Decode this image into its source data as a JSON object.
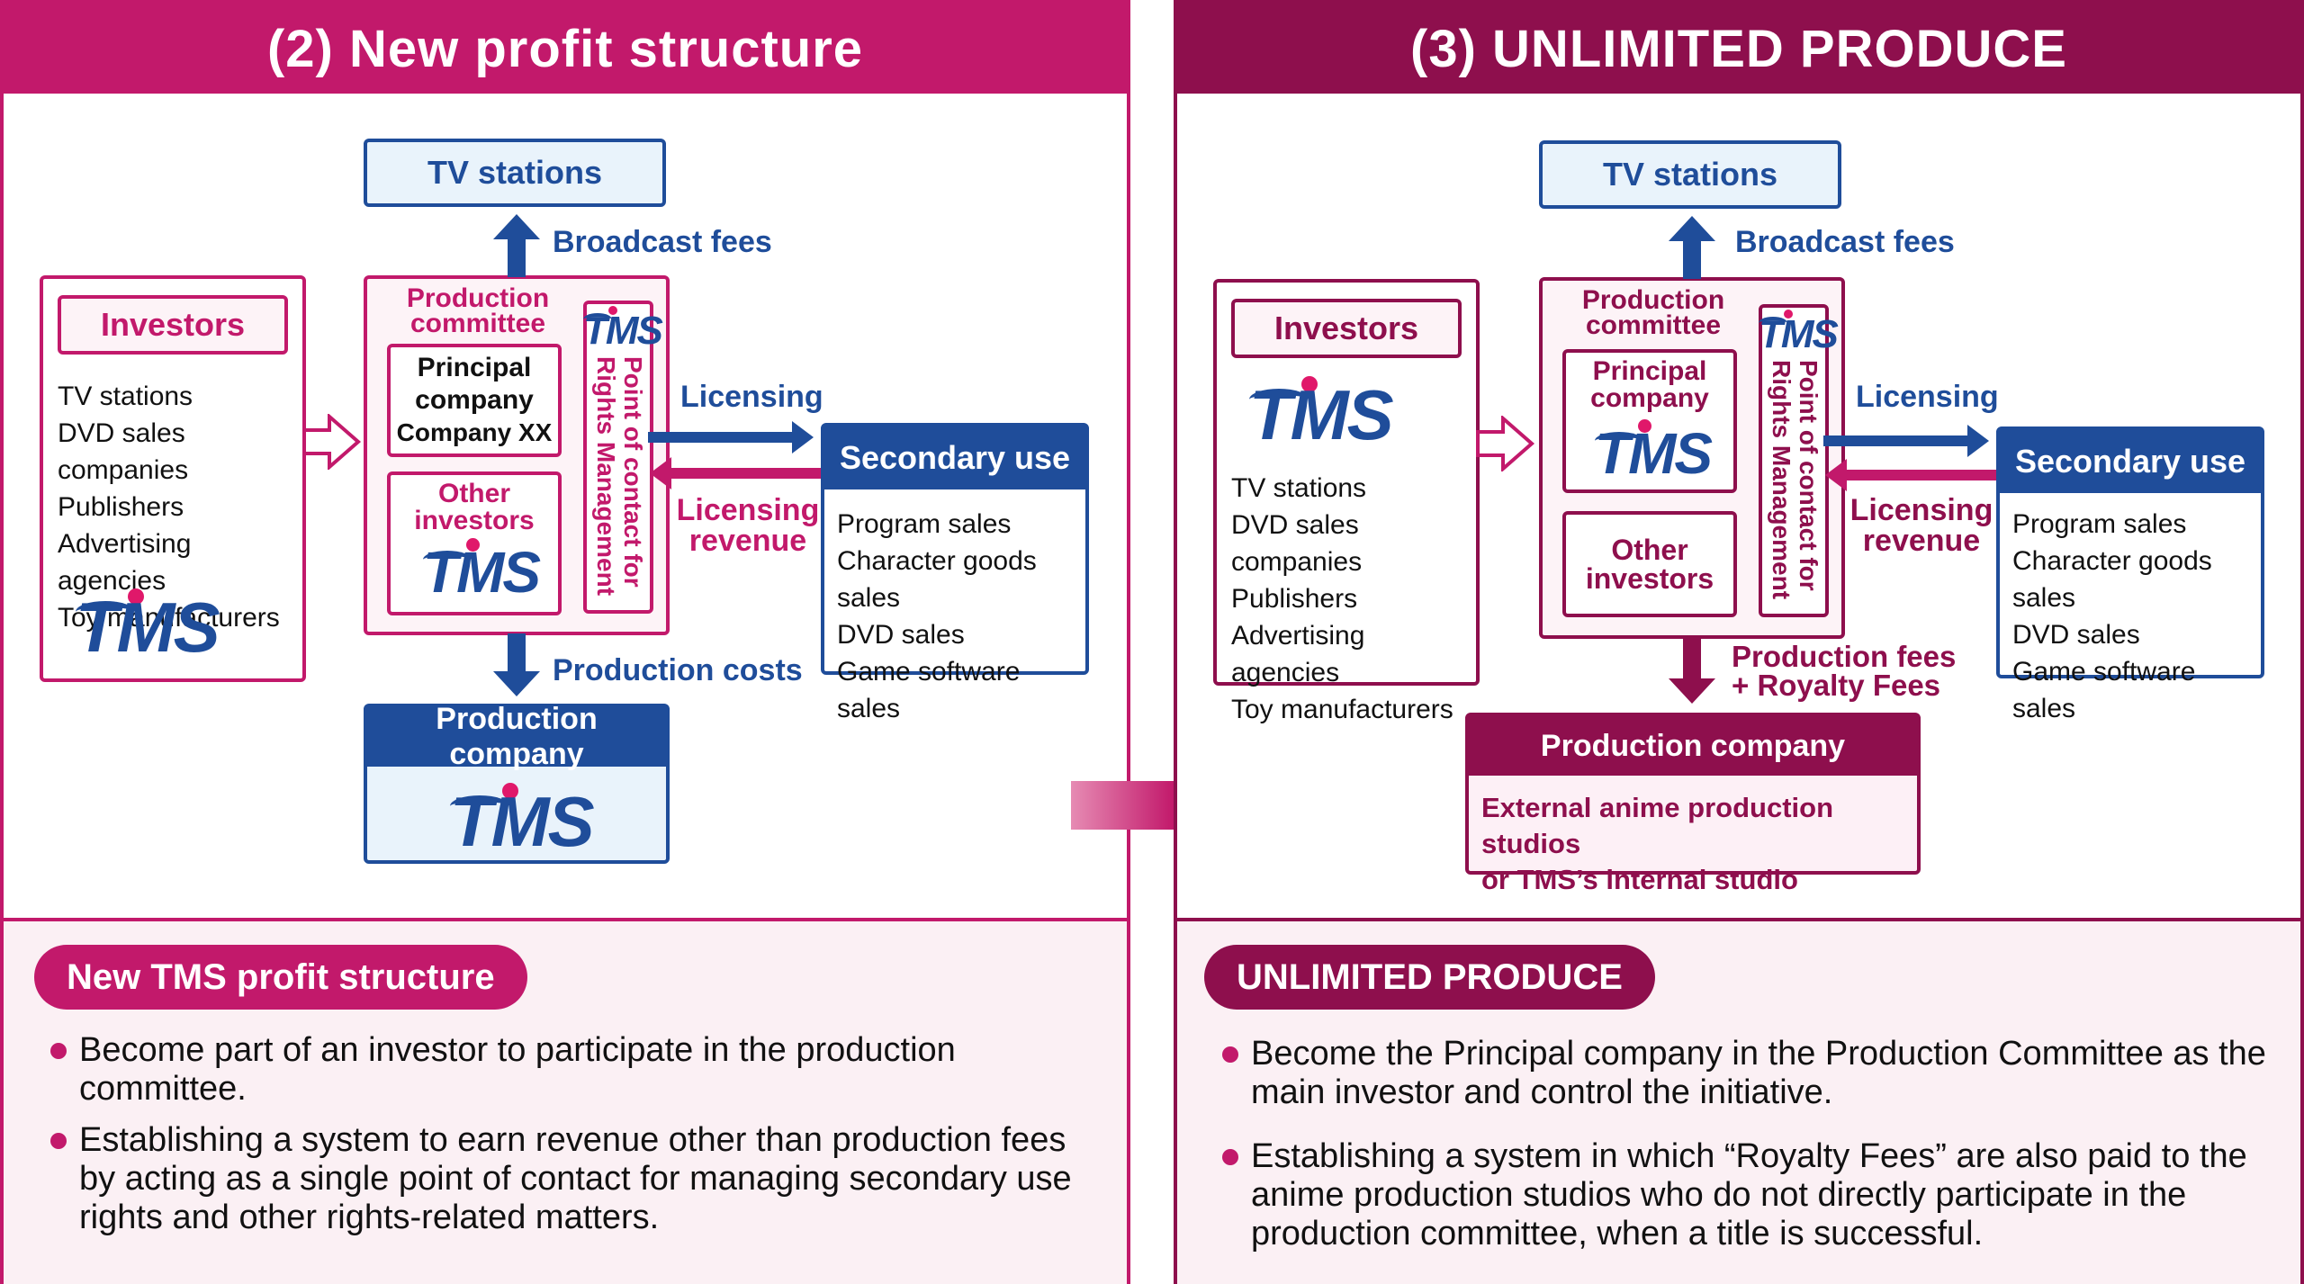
{
  "left": {
    "title": "(2) New profit structure",
    "tv_stations": "TV stations",
    "broadcast_fees": "Broadcast fees",
    "investors": {
      "title": "Investors",
      "items": [
        "TV stations",
        "DVD sales companies",
        "Publishers",
        "Advertising agencies",
        "Toy manufacturers"
      ]
    },
    "committee": {
      "title_line1": "Production",
      "title_line2": "committee",
      "principal_line1": "Principal",
      "principal_line2": "company",
      "principal_line3": "Company XX",
      "other_line1": "Other",
      "other_line2": "investors",
      "rights_line1": "Point of contact for",
      "rights_line2": "Rights Management"
    },
    "licensing": "Licensing",
    "licensing_revenue_line1": "Licensing",
    "licensing_revenue_line2": "revenue",
    "secondary": {
      "title": "Secondary use",
      "items": [
        "Program sales",
        "Character goods sales",
        "DVD sales",
        "Game software sales"
      ]
    },
    "production_costs": "Production costs",
    "production_company": "Production company",
    "pill": "New TMS profit structure",
    "bullets": [
      "Become part of an investor to participate in the production committee.",
      "Establishing a system to earn revenue other than production fees by acting as a single point of contact for managing secondary use rights and other rights-related matters."
    ]
  },
  "right": {
    "title": "(3) UNLIMITED PRODUCE",
    "tv_stations": "TV stations",
    "broadcast_fees": "Broadcast fees",
    "investors": {
      "title": "Investors",
      "items": [
        "TV stations",
        "DVD sales companies",
        "Publishers",
        "Advertising agencies",
        "Toy manufacturers"
      ]
    },
    "committee": {
      "title_line1": "Production",
      "title_line2": "committee",
      "principal_line1": "Principal",
      "principal_line2": "company",
      "other_line1": "Other",
      "other_line2": "investors",
      "rights_line1": "Point of contact for",
      "rights_line2": "Rights Management"
    },
    "licensing": "Licensing",
    "licensing_revenue_line1": "Licensing",
    "licensing_revenue_line2": "revenue",
    "secondary": {
      "title": "Secondary use",
      "items": [
        "Program sales",
        "Character goods sales",
        "DVD sales",
        "Game software sales"
      ]
    },
    "production_fees_line1": "Production fees",
    "production_fees_line2": "+ Royalty Fees",
    "production_company": "Production company",
    "production_company_desc_line1": "External anime production studios",
    "production_company_desc_line2": "or TMS’s internal studio",
    "pill": "UNLIMITED PRODUCE",
    "bullets": [
      "Become the Principal company in the Production Committee as the main investor and control the initiative.",
      "Establishing a system in which “Royalty Fees” are also paid to the anime production studios who do not directly participate in the production committee, when a title is successful."
    ]
  },
  "logo_text": "TMS",
  "colors": {
    "magenta": "#c2196b",
    "plum": "#8e0f4d",
    "blue": "#1f4d9a"
  }
}
